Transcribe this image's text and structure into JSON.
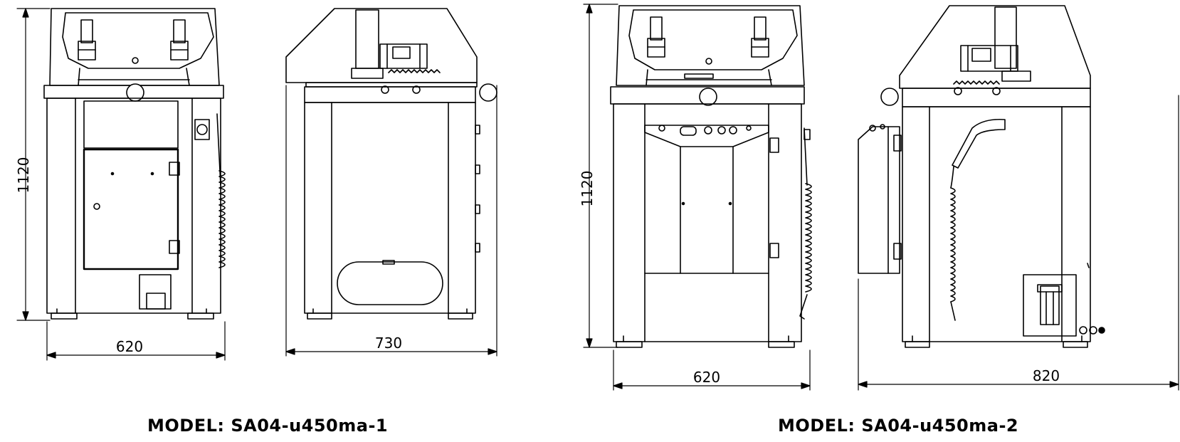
{
  "models": [
    {
      "name": "MODEL: SA04-u450ma-1",
      "dimensions": {
        "height": "1120",
        "front_width": "620",
        "side_depth": "730"
      }
    },
    {
      "name": "MODEL: SA04-u450ma-2",
      "dimensions": {
        "height": "1120",
        "front_width": "620",
        "side_depth": "820"
      }
    }
  ],
  "colors": {
    "line": "#000000",
    "background": "#ffffff",
    "fill": "#ffffff"
  }
}
